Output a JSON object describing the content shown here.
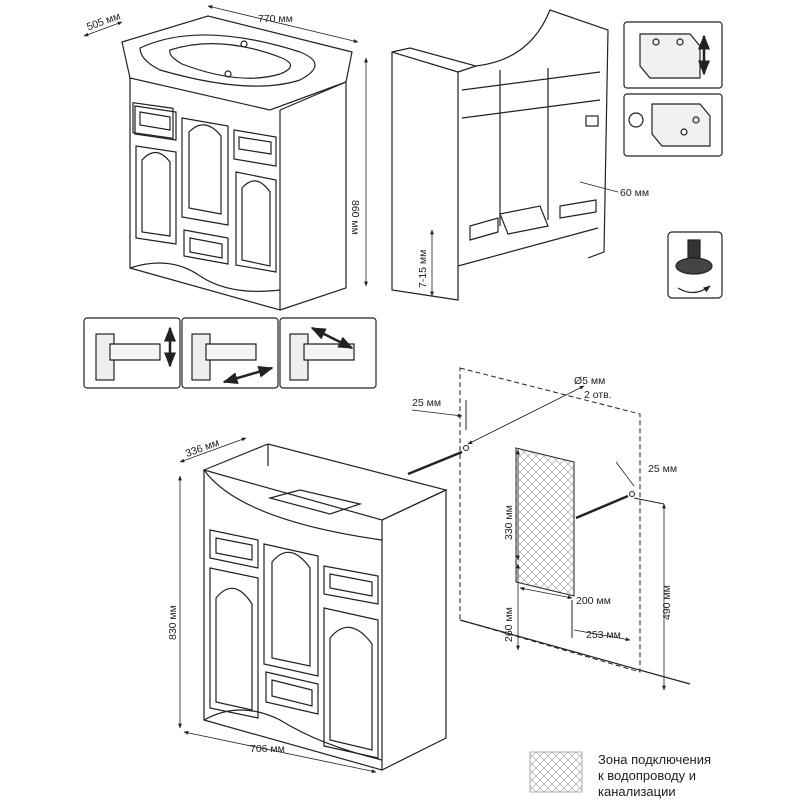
{
  "dimensions": {
    "top_depth": "505 мм",
    "top_width": "770 мм",
    "top_height": "860 мм",
    "side_gap": "7-15 мм",
    "side_offset": "60 мм",
    "bottom_depth": "336 мм",
    "bottom_height": "830 мм",
    "bottom_width": "706 мм",
    "wall_hole_diameter": "Ø5 мм",
    "wall_hole_count": "2 отв.",
    "wall_left_margin": "25 мм",
    "wall_right_margin": "25 мм",
    "zone_height": "330 мм",
    "zone_bottom": "260 мм",
    "zone_width": "200 мм",
    "zone_offset": "253 мм",
    "holes_height": "490 мм"
  },
  "legend": {
    "line1": "Зона подключения",
    "line2": "к водопроводу и",
    "line3": "канализации"
  }
}
